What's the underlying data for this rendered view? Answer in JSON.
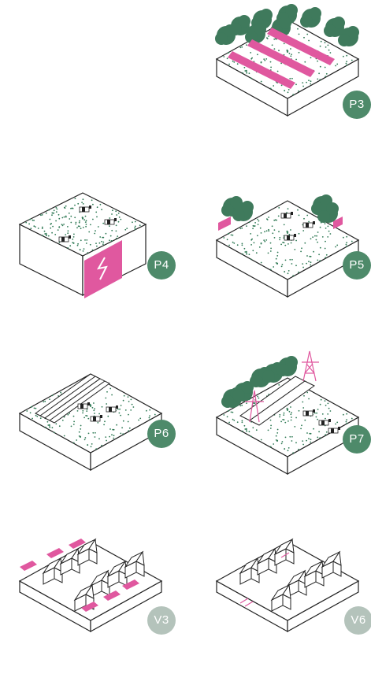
{
  "panels": [
    {
      "id": "p3",
      "label": "P3",
      "badge_color": "#4e8a6a"
    },
    {
      "id": "p4",
      "label": "P4",
      "badge_color": "#4e8a6a"
    },
    {
      "id": "p5",
      "label": "P5",
      "badge_color": "#4e8a6a"
    },
    {
      "id": "p6",
      "label": "P6",
      "badge_color": "#4e8a6a"
    },
    {
      "id": "p7",
      "label": "P7",
      "badge_color": "#4e8a6a"
    },
    {
      "id": "v3",
      "label": "V3",
      "badge_color": "#b4c3bb"
    },
    {
      "id": "v6",
      "label": "V6",
      "badge_color": "#b4c3bb"
    }
  ],
  "colors": {
    "green": "#3f7a5c",
    "green_dot": "#2f7a55",
    "pink": "#e0589f",
    "line": "#222222"
  }
}
